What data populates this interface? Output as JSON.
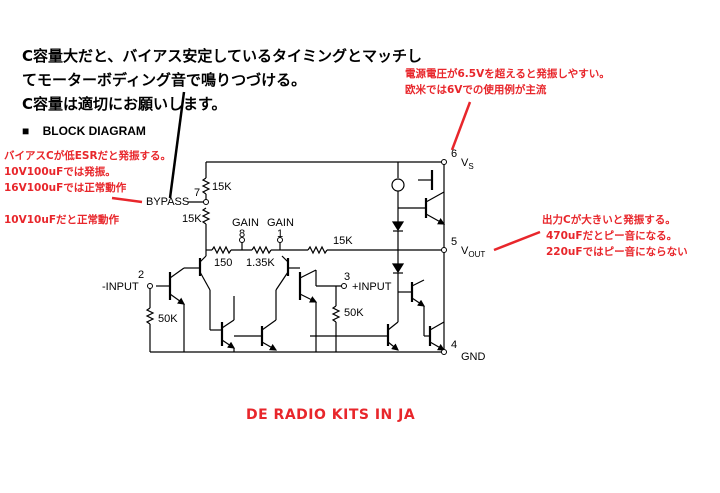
{
  "note_main": {
    "lines": [
      "C容量大だと、バイアス安定しているタイミングとマッチし",
      "てモーターボディング音で鳴りつづける。",
      "C容量は適切にお願いします。"
    ]
  },
  "heading": {
    "bullet": "■",
    "text": "BLOCK DIAGRAM"
  },
  "note_supply": {
    "lines": [
      "電源電圧が6.5Vを超えると発振しやすい。",
      "欧米では6Vでの使用例が主流"
    ]
  },
  "note_bypass": {
    "lines": [
      "バイアスCが低ESRだと発振する。",
      "10V100uFでは発振。",
      "16V100uFでは正常動作",
      "",
      "10V10uFだと正常動作"
    ]
  },
  "note_output": {
    "lines": [
      "出力Cが大きいと発振する。",
      "470uFだとピー音になる。",
      "220uFではピー音にならない"
    ]
  },
  "pins": {
    "p6": "6",
    "p7": "7",
    "p8": "8",
    "p1": "1",
    "p5": "5",
    "p2": "2",
    "p3": "3",
    "p4": "4"
  },
  "labels": {
    "vs": "V",
    "vs_sub": "S",
    "vout": "V",
    "vout_sub": "OUT",
    "bypass": "BYPASS",
    "minus_input": "-INPUT",
    "plus_input": "+INPUT",
    "gnd": "GND",
    "gain": "GAIN"
  },
  "resistors": {
    "r_top": "15K",
    "r_mid": "15K",
    "r_150": "150",
    "r_135": "1.35K",
    "r_fb": "15K",
    "r_in_minus": "50K",
    "r_in_plus": "50K"
  },
  "footer": "DE RADIO KITS IN JA",
  "colors": {
    "annotation": "#e8262b",
    "ink": "#000000"
  }
}
